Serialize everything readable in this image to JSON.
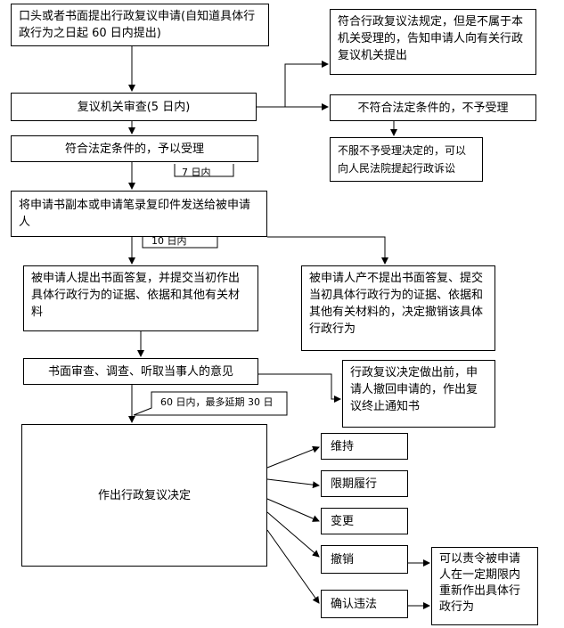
{
  "nodes": {
    "apply": "口头或者书面提出行政复议申请(自知道具体行政行为之日起 60 日内提出)",
    "review": "复议机关审查(5 日内)",
    "accept": "符合法定条件的，予以受理",
    "send": "将申请书副本或申请笔录复印件发送给被申请人",
    "reply": "被申请人提出书面答复，并提交当初作出具体行政行为的证据、依据和其他有关材料",
    "noreply": "被申请人产不提出书面答复、提交当初具体行政行为的证据、依据和其他有关材料的，决定撤销该具体行政行为",
    "hearing": "书面审查、调查、听取当事人的意见",
    "withdraw": "行政复议决定做出前，申请人撤回申请的，作出复议终止通知书",
    "decision": "作出行政复议决定",
    "not_this_org": "符合行政复议法规定，但是不属于本机关受理的，告知申请人向有关行政复议机关提出",
    "reject": "不符合法定条件的，不予受理",
    "lawsuit": "不服不予受理决定的，可以向人民法院提起行政诉讼",
    "maintain": "维持",
    "deadline_perform": "限期履行",
    "change": "变更",
    "revoke": "撤销",
    "confirm_illegal": "确认违法",
    "redo": "可以责令被申请人在一定期限内重新作出具体行政行为"
  },
  "callouts": {
    "days7": "7 日内",
    "days10": "10 日内",
    "days60": "60 日内，最多延期 30 日"
  }
}
